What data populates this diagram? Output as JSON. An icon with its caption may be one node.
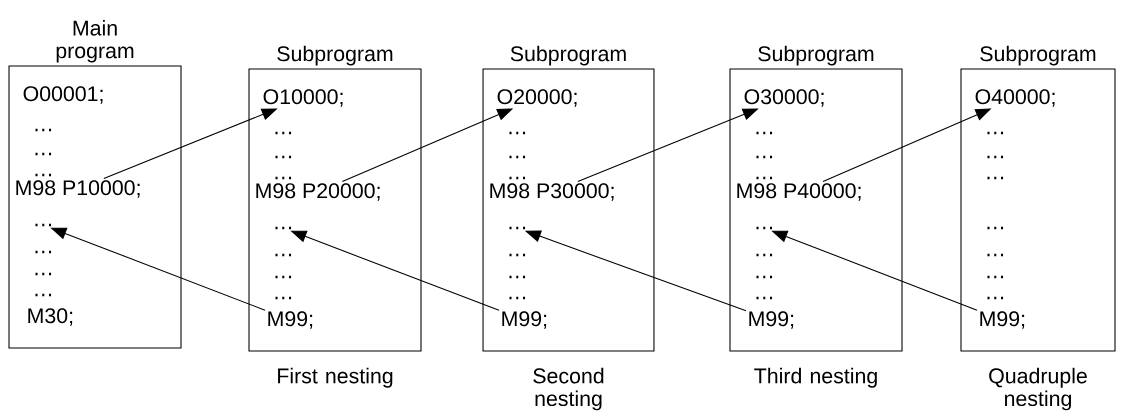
{
  "diagram": {
    "nodes": [
      {
        "text": [
          "Main program"
        ]
      },
      {
        "text": [
          "O00001;"
        ],
        "in": 0
      },
      {
        "text": [
          "…"
        ],
        "in": 0
      },
      {
        "text": [
          "…"
        ],
        "in": 0
      },
      {
        "text": [
          "…"
        ],
        "in": 0
      },
      {
        "text": [
          "M98 P10000;"
        ],
        "in": 0
      },
      {
        "text": [
          "…"
        ],
        "in": 0
      },
      {
        "text": [
          "…"
        ],
        "in": 0
      },
      {
        "text": [
          "…"
        ],
        "in": 0
      },
      {
        "text": [
          "…"
        ],
        "in": 0
      },
      {
        "text": [
          "M30;"
        ],
        "in": 0
      },
      {
        "text": [
          "Subprogram"
        ],
        "beside": [
          "First nesting"
        ]
      },
      {
        "text": [
          "O10000;"
        ],
        "in": 11
      },
      {
        "text": [
          "…"
        ],
        "in": 11
      },
      {
        "text": [
          "…"
        ],
        "in": 11
      },
      {
        "text": [
          "…"
        ],
        "in": 11
      },
      {
        "text": [
          "M98 P20000;"
        ],
        "in": 11
      },
      {
        "text": [
          "…"
        ],
        "in": 11
      },
      {
        "text": [
          "…"
        ],
        "in": 11
      },
      {
        "text": [
          "…"
        ],
        "in": 11
      },
      {
        "text": [
          "…"
        ],
        "in": 11
      },
      {
        "text": [
          "M99;"
        ],
        "in": 11
      },
      {
        "text": [
          "Subprogram"
        ],
        "beside": [
          "Second nesting"
        ]
      },
      {
        "text": [
          "O20000;"
        ],
        "in": 22
      },
      {
        "text": [
          "…"
        ],
        "in": 22
      },
      {
        "text": [
          "…"
        ],
        "in": 22
      },
      {
        "text": [
          "…"
        ],
        "in": 22
      },
      {
        "text": [
          "M98 P30000;"
        ],
        "in": 22
      },
      {
        "text": [
          "…"
        ],
        "in": 22
      },
      {
        "text": [
          "…"
        ],
        "in": 22
      },
      {
        "text": [
          "…"
        ],
        "in": 22
      },
      {
        "text": [
          "…"
        ],
        "in": 22
      },
      {
        "text": [
          "M99;"
        ],
        "in": 22
      },
      {
        "text": [
          "Subprogram"
        ],
        "beside": [
          "Third nesting"
        ]
      },
      {
        "text": [
          "O30000;"
        ],
        "in": 33
      },
      {
        "text": [
          "…"
        ],
        "in": 33
      },
      {
        "text": [
          "…"
        ],
        "in": 33
      },
      {
        "text": [
          "…"
        ],
        "in": 33
      },
      {
        "text": [
          "M98 P40000;"
        ],
        "in": 33
      },
      {
        "text": [
          "…"
        ],
        "in": 33
      },
      {
        "text": [
          "…"
        ],
        "in": 33
      },
      {
        "text": [
          "…"
        ],
        "in": 33
      },
      {
        "text": [
          "…"
        ],
        "in": 33
      },
      {
        "text": [
          "M99;"
        ],
        "in": 33
      },
      {
        "text": [
          "Subprogram"
        ],
        "beside": [
          "Quadruple nesting"
        ]
      },
      {
        "text": [
          "O40000;"
        ],
        "in": 44
      },
      {
        "text": [
          "…"
        ],
        "in": 44
      },
      {
        "text": [
          "…"
        ],
        "in": 44
      },
      {
        "text": [
          "…"
        ],
        "in": 44
      },
      {
        "text": [
          "…"
        ],
        "in": 44
      },
      {
        "text": [
          "…"
        ],
        "in": 44
      },
      {
        "text": [
          "…"
        ],
        "in": 44
      },
      {
        "text": [
          "…"
        ],
        "in": 44
      },
      {
        "text": [
          "M99;"
        ],
        "in": 44
      }
    ],
    "edges": [
      {
        "from": 5,
        "to": 12,
        "arrow": "to"
      },
      {
        "from": 21,
        "to": 6,
        "arrow": "to"
      },
      {
        "from": 16,
        "to": 23,
        "arrow": "to"
      },
      {
        "from": 32,
        "to": 17,
        "arrow": "to"
      },
      {
        "from": 27,
        "to": 34,
        "arrow": "to"
      },
      {
        "from": 43,
        "to": 28,
        "arrow": "to"
      },
      {
        "from": 38,
        "to": 45,
        "arrow": "to"
      },
      {
        "from": 53,
        "to": 39,
        "arrow": "to"
      }
    ]
  }
}
